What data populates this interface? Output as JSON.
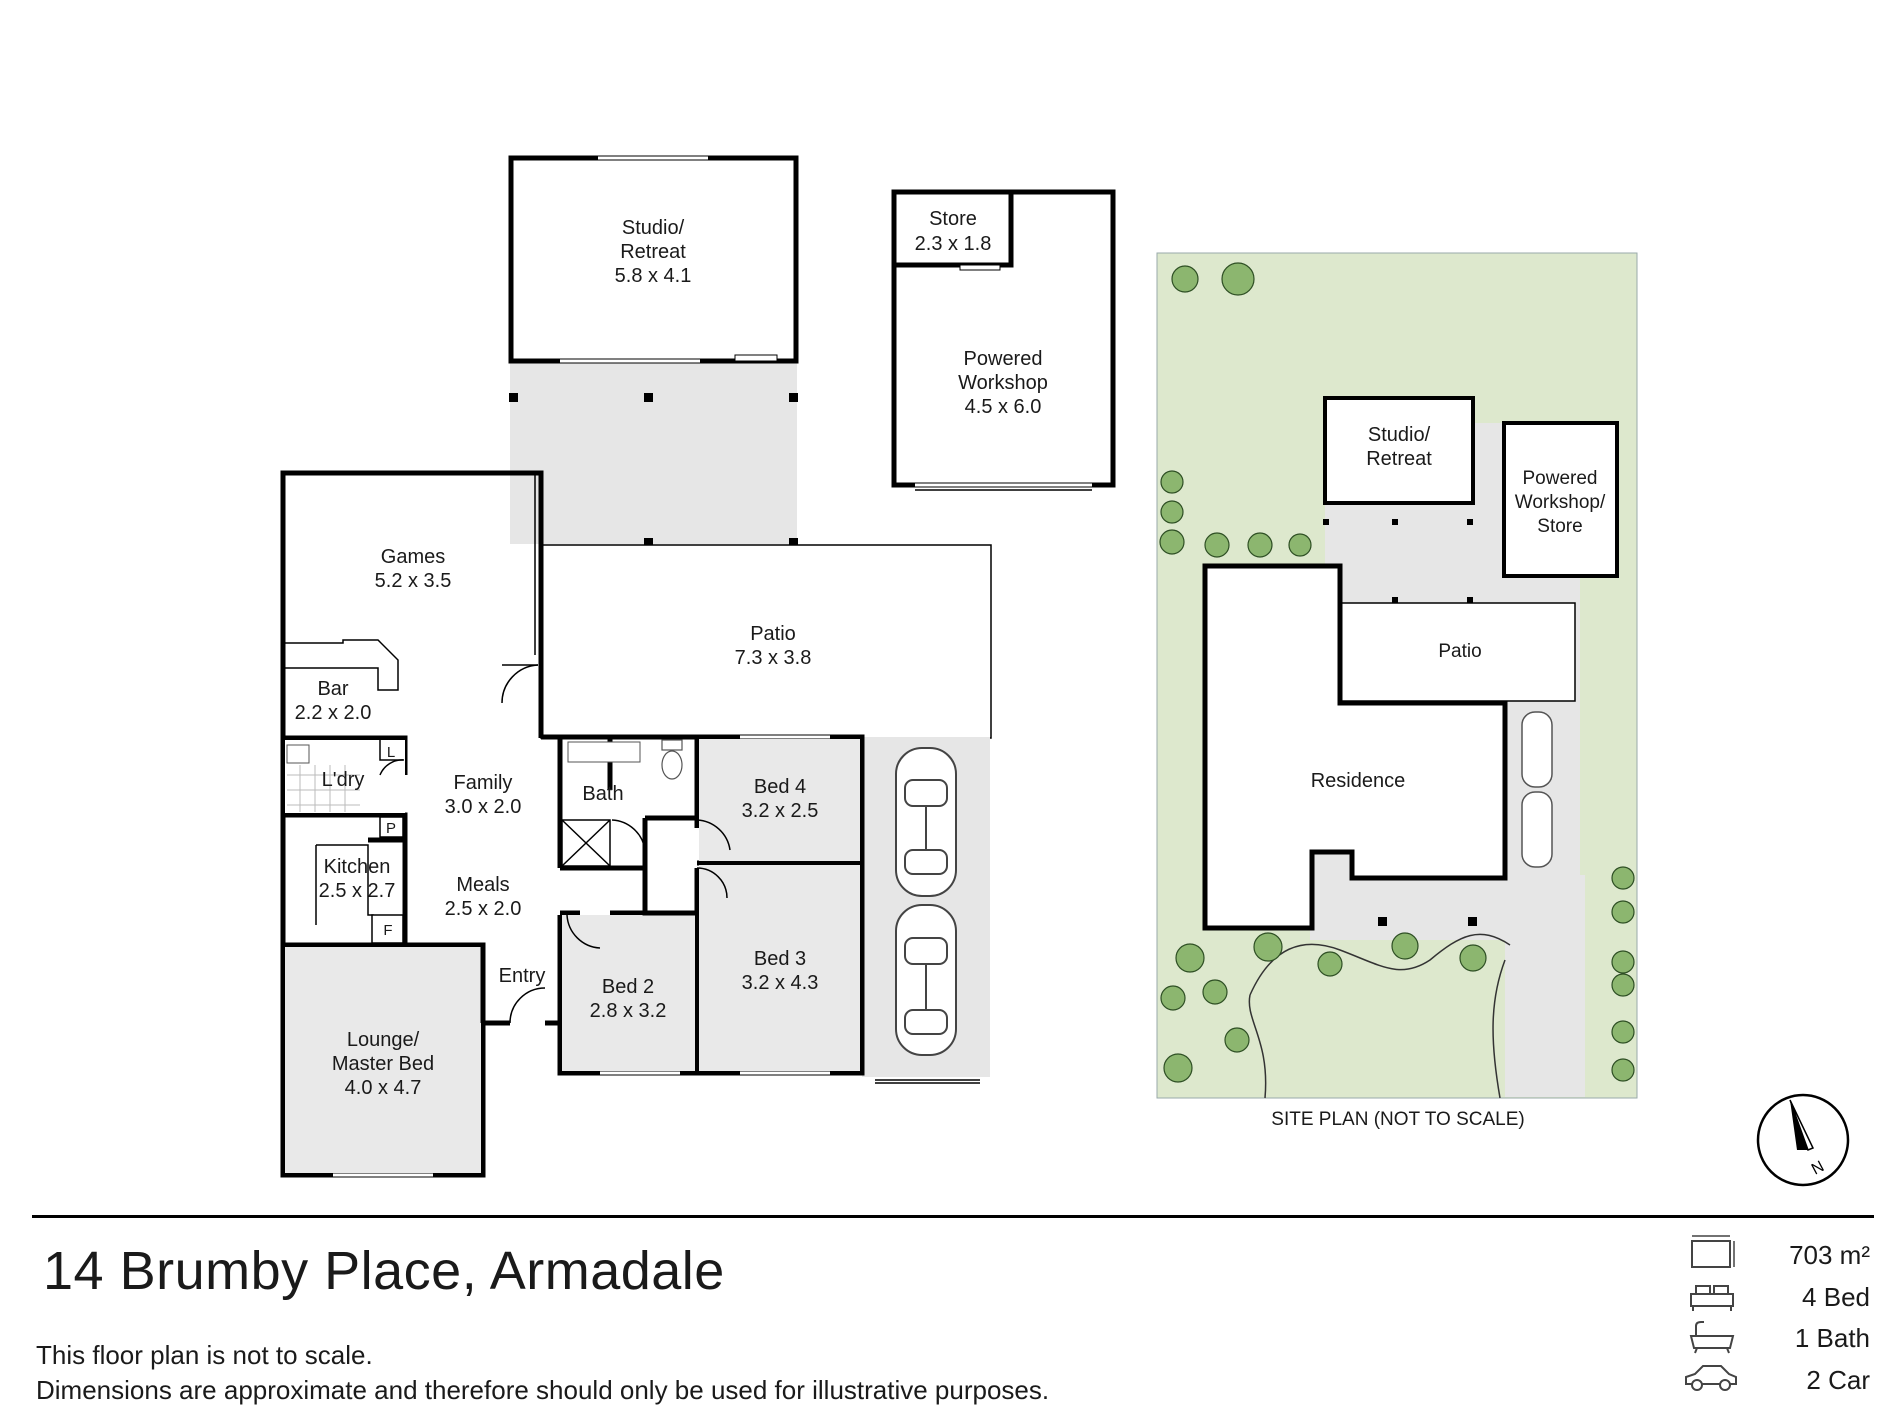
{
  "rooms": {
    "studio": {
      "name_1": "Studio/",
      "name_2": "Retreat",
      "dims": "5.8 x 4.1"
    },
    "store": {
      "name": "Store",
      "dims": "2.3 x 1.8"
    },
    "workshop": {
      "name_1": "Powered",
      "name_2": "Workshop",
      "dims": "4.5 x 6.0"
    },
    "games": {
      "name": "Games",
      "dims": "5.2 x 3.5"
    },
    "patio": {
      "name": "Patio",
      "dims": "7.3 x 3.8"
    },
    "bar": {
      "name": "Bar",
      "dims": "2.2 x 2.0"
    },
    "laundry": {
      "name": "L'dry",
      "mark": "L"
    },
    "family": {
      "name": "Family",
      "dims": "3.0 x 2.0"
    },
    "bath": {
      "name": "Bath"
    },
    "bed4": {
      "name": "Bed 4",
      "dims": "3.2 x 2.5"
    },
    "kitchen": {
      "name": "Kitchen",
      "dims": "2.5 x 2.7",
      "pantry": "P",
      "fridge": "F"
    },
    "meals": {
      "name": "Meals",
      "dims": "2.5 x 2.0"
    },
    "entry": {
      "name": "Entry"
    },
    "bed2": {
      "name": "Bed 2",
      "dims": "2.8 x 3.2"
    },
    "bed3": {
      "name": "Bed 3",
      "dims": "3.2 x 4.3"
    },
    "lounge": {
      "name_1": "Lounge/",
      "name_2": "Master Bed",
      "dims": "4.0 x 4.7"
    }
  },
  "site_plan": {
    "studio_1": "Studio/",
    "studio_2": "Retreat",
    "workshop_1": "Powered",
    "workshop_2": "Workshop/",
    "workshop_3": "Store",
    "patio": "Patio",
    "residence": "Residence",
    "caption": "SITE PLAN (NOT TO SCALE)"
  },
  "compass": {
    "letter": "N"
  },
  "address": "14 Brumby Place, Armadale",
  "disclaimer": {
    "line1": "This floor plan is not to scale.",
    "line2": "Dimensions are approximate and therefore should only be used for illustrative purposes."
  },
  "stats": {
    "area": "703 m²",
    "beds": "4 Bed",
    "baths": "1 Bath",
    "cars": "2 Car"
  },
  "icons": [
    "land-area-icon",
    "bed-icon",
    "bath-icon",
    "car-icon",
    "compass-icon",
    "tree-icon",
    "car-top-icon"
  ]
}
